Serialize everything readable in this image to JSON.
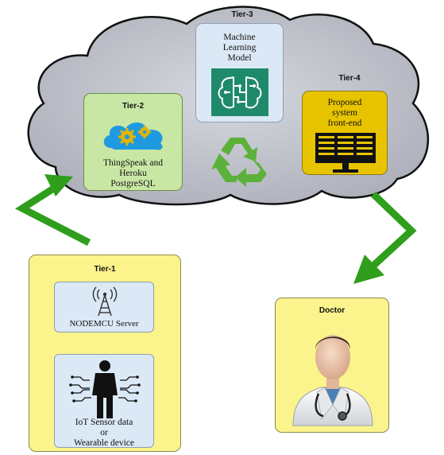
{
  "tier1": {
    "title": "Tier-1",
    "server_label": "NODEMCU Server",
    "sensor_lines": [
      "IoT Sensor data",
      "or",
      "Wearable device"
    ],
    "server_icon": "antenna-tower-icon",
    "sensor_icon": "person-sensor-icon"
  },
  "tier2": {
    "title": "Tier-2",
    "label_lines": [
      "ThingSpeak and",
      "Heroku",
      "PostgreSQL"
    ],
    "icon": "cloud-gears-icon"
  },
  "tier3": {
    "title": "Tier-3",
    "label_lines": [
      "Machine",
      "Learning",
      "Model"
    ],
    "icon": "brain-circuit-icon"
  },
  "tier4": {
    "title": "Tier-4",
    "label_lines": [
      "Proposed",
      "system",
      "front-end"
    ],
    "icon": "monitor-dashboard-icon"
  },
  "doctor": {
    "title": "Doctor",
    "icon": "doctor-icon"
  },
  "cloud_icon": "recycle-icon",
  "colors": {
    "cloud_fill": "#c8cad3",
    "tier_box_fill": "#fbf38c",
    "tier2_fill": "#c9e7a4",
    "tier3_fill": "#dbe8f5",
    "tier4_fill": "#e8c400",
    "arrow_green": "#2f9e1c",
    "arrow_red": "#8a1a1a"
  }
}
